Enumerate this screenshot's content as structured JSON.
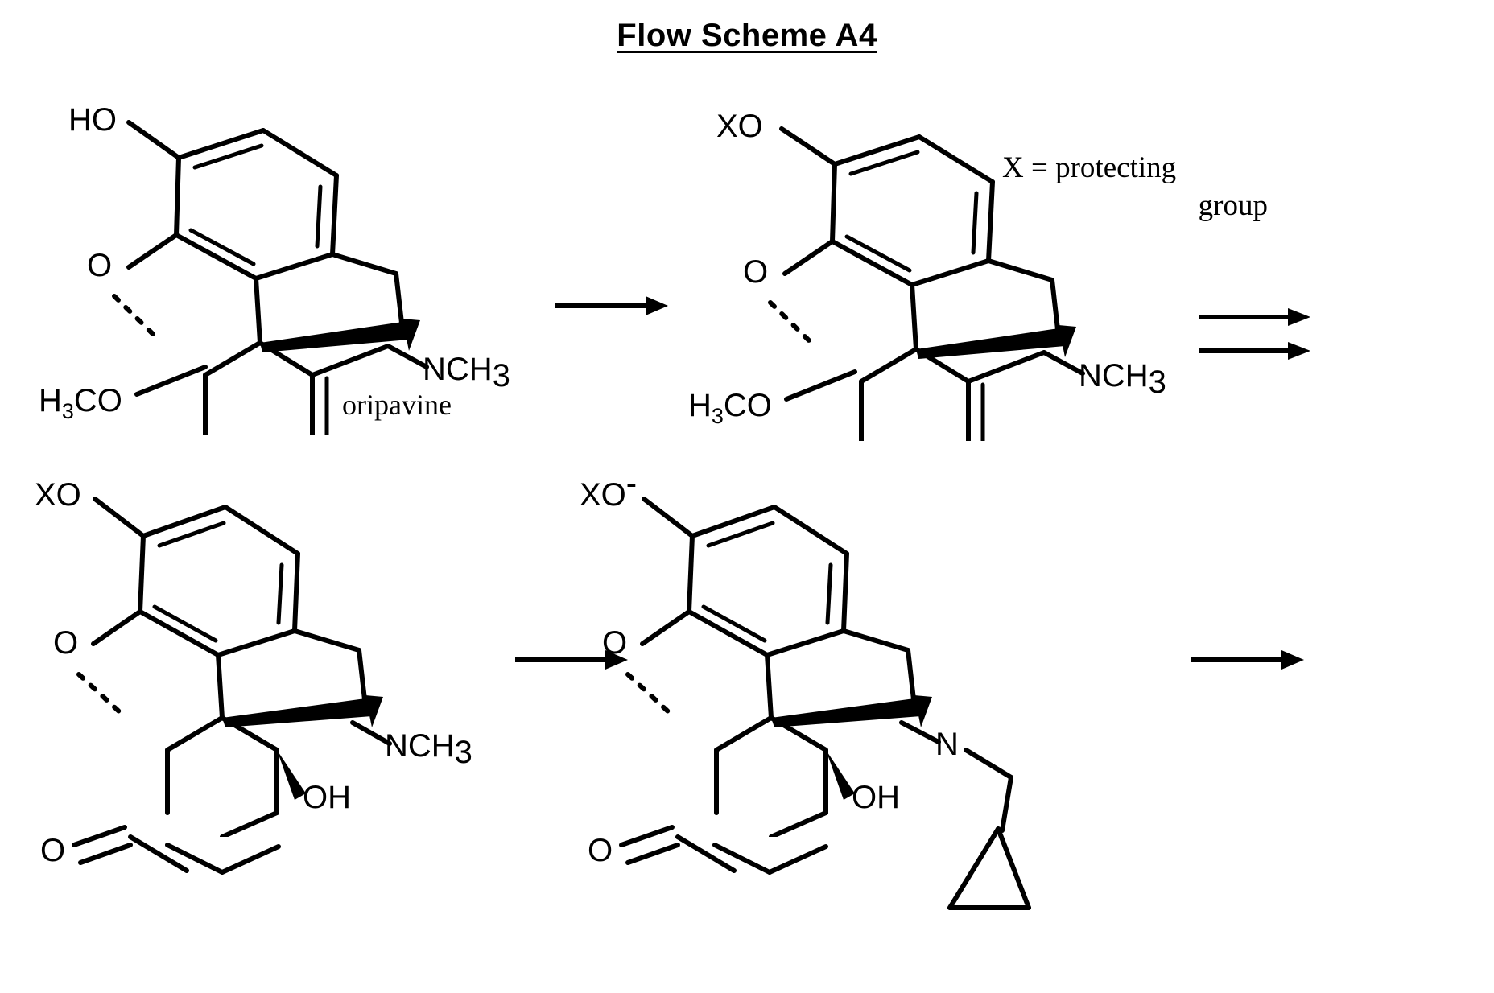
{
  "title": "Flow Scheme A4",
  "annotation": {
    "line1": "X = protecting",
    "line2": "group"
  },
  "labels": {
    "oripavine": "oripavine"
  },
  "molecules": [
    {
      "id": "oripavine",
      "position": "top-left",
      "caption": "oripavine",
      "atom_labels": {
        "phenol": "HO",
        "ether_o": "O",
        "methoxy": "H3CO",
        "methoxy_main": "H",
        "methoxy_sub": "3",
        "methoxy_rest": "CO",
        "amine": "NCH3",
        "amine_main": "NCH",
        "amine_sub": "3"
      }
    },
    {
      "id": "protected-oripavine",
      "position": "top-right",
      "caption": "",
      "atom_labels": {
        "phenol": "XO",
        "ether_o": "O",
        "methoxy_main": "H",
        "methoxy_sub": "3",
        "methoxy_rest": "CO",
        "amine_main": "NCH",
        "amine_sub": "3"
      }
    },
    {
      "id": "hydroxy-ketone",
      "position": "bottom-left",
      "caption": "",
      "atom_labels": {
        "phenol": "XO",
        "ether_o": "O",
        "ketone_o": "O",
        "hydroxyl": "OH",
        "amine_main": "NCH",
        "amine_sub": "3"
      }
    },
    {
      "id": "cyclopropylmethyl-amine",
      "position": "bottom-right",
      "caption": "",
      "atom_labels": {
        "phenol_main": "XO",
        "phenol_sup": "-",
        "ether_o": "O",
        "ketone_o": "O",
        "hydroxyl": "OH",
        "amine": "N"
      }
    }
  ],
  "arrows": [
    {
      "id": "arrow-1",
      "type": "single",
      "from": "oripavine",
      "to": "protected-oripavine"
    },
    {
      "id": "arrow-2",
      "type": "double",
      "from": "protected-oripavine",
      "to": "hydroxy-ketone"
    },
    {
      "id": "arrow-3",
      "type": "single",
      "from": "hydroxy-ketone",
      "to": "cyclopropylmethyl-amine"
    },
    {
      "id": "arrow-4",
      "type": "single",
      "from": "cyclopropylmethyl-amine",
      "to": "next"
    }
  ],
  "colors": {
    "ink": "#000000",
    "background": "#ffffff"
  }
}
